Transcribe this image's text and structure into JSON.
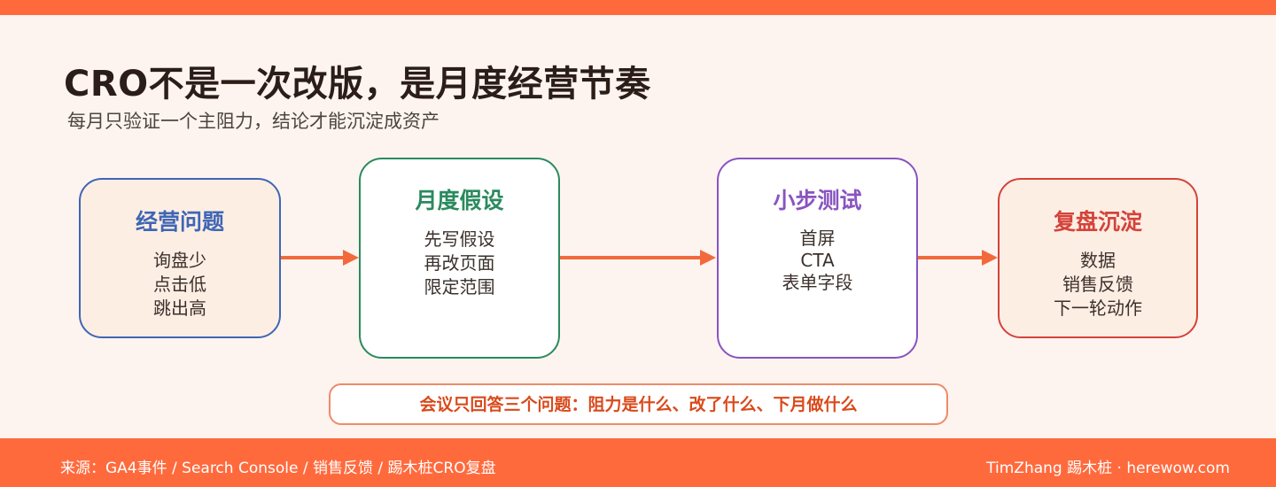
{
  "title": "CRO不是一次改版，是月度经营节奏",
  "subtitle": "每月只验证一个主阻力，结论才能沉淀成资产",
  "steps": [
    {
      "title": "经营问题",
      "lines": [
        "询盘少",
        "点击低",
        "跳出高"
      ],
      "color": "#3f66b4"
    },
    {
      "title": "月度假设",
      "lines": [
        "先写假设",
        "再改页面",
        "限定范围"
      ],
      "color": "#2a8a5e"
    },
    {
      "title": "小步测试",
      "lines": [
        "首屏",
        "CTA",
        "表单字段"
      ],
      "color": "#8854c0"
    },
    {
      "title": "复盘沉淀",
      "lines": [
        "数据",
        "销售反馈",
        "下一轮动作"
      ],
      "color": "#d4433a"
    }
  ],
  "callout": "会议只回答三个问题：阻力是什么、改了什么、下月做什么",
  "footer": {
    "source": "来源：GA4事件 / Search Console / 销售反馈 / 踢木桩CRO复盘",
    "credit": "TimZhang 踢木桩 · herewow.com"
  },
  "colors": {
    "accent": "#ff6a3d",
    "arrow": "#f26a3c",
    "background": "#fdf4f0"
  }
}
